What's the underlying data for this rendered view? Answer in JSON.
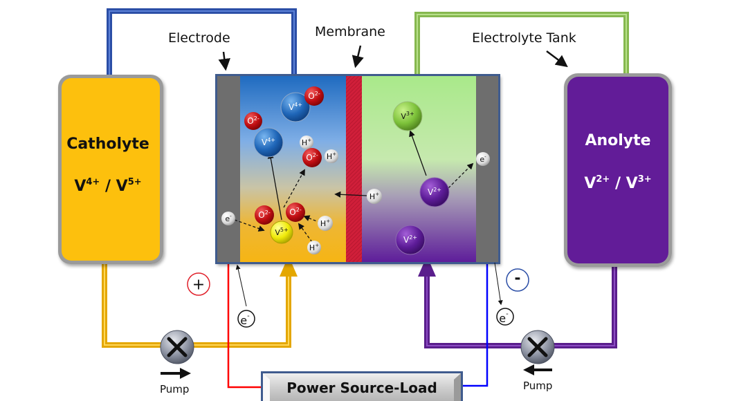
{
  "title": "Vanadium Redox Flow Battery",
  "labels": {
    "electrode": "Electrode",
    "membrane": "Membrane",
    "electrolyte_tank": "Electrolyte Tank",
    "positive": "+",
    "negative": "-",
    "electron": "e",
    "electron_sup": "-",
    "pump_left": "Pump",
    "pump_right": "Pump",
    "power": "Power Source-Load"
  },
  "catholyte": {
    "name": "Catholyte",
    "pair_a": "V",
    "pair_a_sup": "4+",
    "sep": " / ",
    "pair_b": "V",
    "pair_b_sup": "5+",
    "color": "#FDC010"
  },
  "anolyte": {
    "name": "Anolyte",
    "pair_a": "V",
    "pair_a_sup": "2+",
    "sep": " / ",
    "pair_b": "V",
    "pair_b_sup": "3+",
    "color": "#621C98"
  },
  "ions": {
    "v4_top": {
      "base": "V",
      "sup": "4+"
    },
    "o_top": {
      "base": "O",
      "sup": "2-"
    },
    "o_left": {
      "base": "O",
      "sup": "2-"
    },
    "v4_mid": {
      "base": "V",
      "sup": "4+"
    },
    "h_a": {
      "base": "H",
      "sup": "+"
    },
    "o_water": {
      "base": "O",
      "sup": "2-"
    },
    "h_b": {
      "base": "H",
      "sup": "+"
    },
    "e_left": {
      "base": "e",
      "sup": "-"
    },
    "o_b1": {
      "base": "O",
      "sup": "2-"
    },
    "o_b2": {
      "base": "O",
      "sup": "2-"
    },
    "v5": {
      "base": "V",
      "sup": "5+"
    },
    "h_c": {
      "base": "H",
      "sup": "+"
    },
    "h_d": {
      "base": "H",
      "sup": "+"
    },
    "h_membrane": {
      "base": "H",
      "sup": "+"
    },
    "v3": {
      "base": "V",
      "sup": "3+"
    },
    "v2_mid": {
      "base": "V",
      "sup": "2+"
    },
    "e_right": {
      "base": "e",
      "sup": "-"
    },
    "v2_bot": {
      "base": "V",
      "sup": "2+"
    }
  },
  "colors": {
    "positive_loop": "#2B4EA6",
    "negative_loop": "#86B84F",
    "catholyte_pipe": "#E4A700",
    "anolyte_pipe": "#5A1E8C",
    "wire_positive": "#FF0000",
    "wire_negative": "#0000FF",
    "membrane": "#D01F3A",
    "electrode": "#6E6E6E"
  }
}
